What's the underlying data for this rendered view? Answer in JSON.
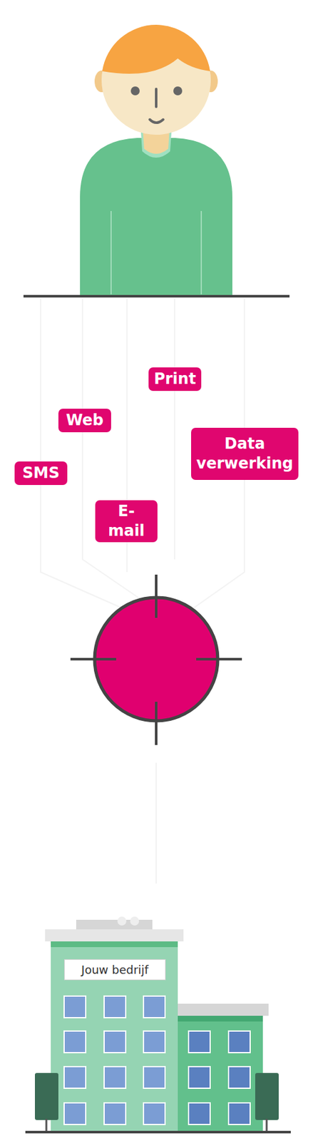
{
  "diagram": {
    "nodes": [
      {
        "text": [
          "Print"
        ]
      },
      {
        "text": [
          "Web"
        ]
      },
      {
        "text": [
          "Data verwerking"
        ]
      },
      {
        "text": [
          "SMS"
        ]
      },
      {
        "text": [
          "E-mail"
        ]
      },
      {
        "text": [
          "Jouw bedrijf"
        ]
      }
    ]
  }
}
